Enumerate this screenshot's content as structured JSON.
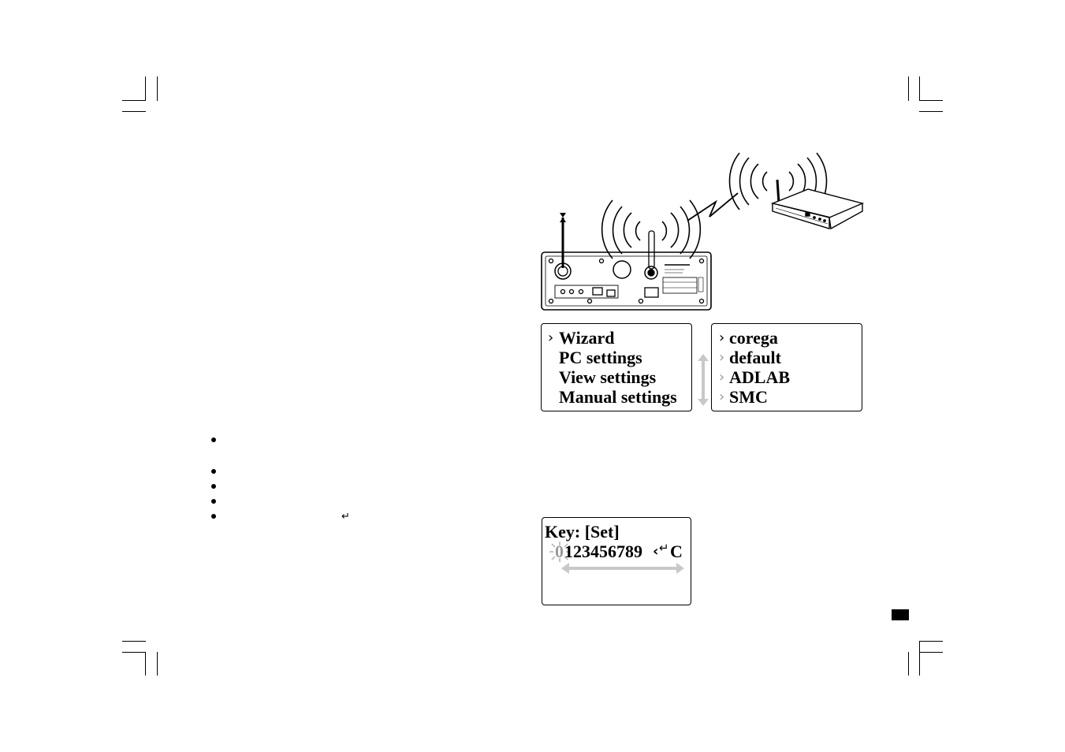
{
  "menu_screen": {
    "items": [
      {
        "label": "Wizard",
        "selected": true
      },
      {
        "label": "PC settings",
        "selected": false
      },
      {
        "label": "View settings",
        "selected": false
      },
      {
        "label": "Manual settings",
        "selected": false
      }
    ],
    "selector_icon": "chevron-right-icon",
    "scroll_icon": "up-down-arrow-icon"
  },
  "network_screen": {
    "items": [
      {
        "label": "corega",
        "selected": true
      },
      {
        "label": "default",
        "selected": false
      },
      {
        "label": "ADLAB",
        "selected": false
      },
      {
        "label": "SMC",
        "selected": false
      }
    ]
  },
  "key_screen": {
    "title": "Key: [Set]",
    "cursor_char": "0",
    "characters": "123456789",
    "backspace_symbol": "‹",
    "enter_symbol": "↵",
    "clear_symbol": "C",
    "scroll_icon": "left-right-arrow-icon"
  },
  "inline_symbol": "↵",
  "illustration": {
    "device": "radio-back-panel",
    "router": "wireless-router",
    "link_icon": "wireless-link-icon"
  },
  "colors": {
    "ink": "#000000",
    "scroll_arrow": "#c8c8c8",
    "dim_chevron": "#9a9a9a"
  }
}
